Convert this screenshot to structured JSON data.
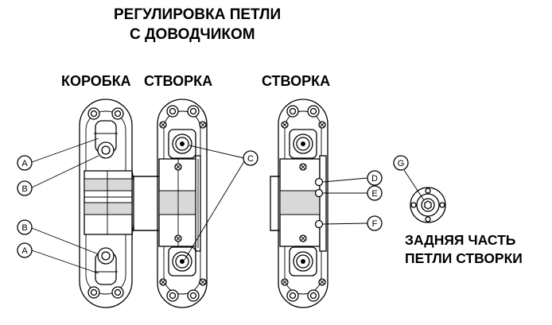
{
  "title": {
    "line1": "РЕГУЛИРОВКА ПЕТЛИ",
    "line2": "С ДОВОДЧИКОМ"
  },
  "views": {
    "box_label": "КОРОБКА",
    "leaf_label_1": "СТВОРКА",
    "leaf_label_2": "СТВОРКА"
  },
  "back_view": {
    "line1": "ЗАДНЯЯ ЧАСТЬ",
    "line2": "ПЕТЛИ СТВОРКИ"
  },
  "callouts": {
    "A_top": "A",
    "B_top": "B",
    "B_bottom": "B",
    "A_bottom": "A",
    "C": "C",
    "D": "D",
    "E": "E",
    "F": "F",
    "G": "G"
  }
}
